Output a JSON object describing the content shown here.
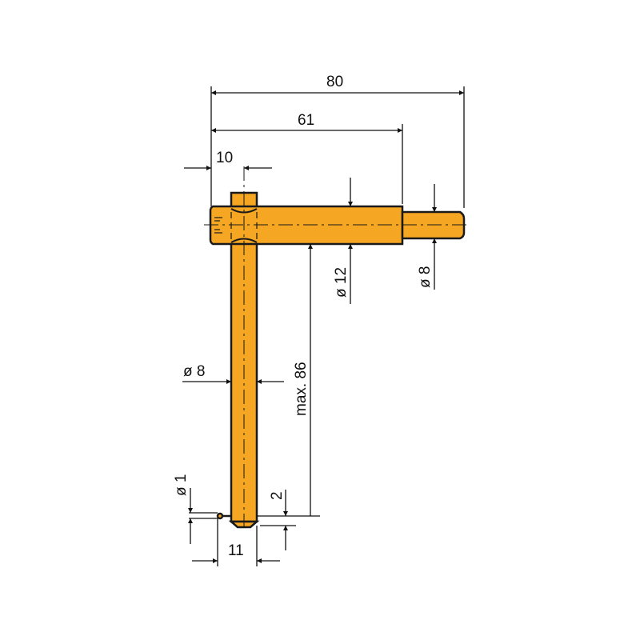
{
  "drawing": {
    "title": "T-handle key dimension drawing",
    "part_color": "#f5a623",
    "outline_color": "#1a1a1a",
    "dimensions": {
      "overall_length": "80",
      "shaft_length": "61",
      "head_offset": "10",
      "shaft_diameter": "ø 12",
      "tip_diameter": "ø 8",
      "handle_diameter": "ø 8",
      "handle_length": "max. 86",
      "pin_diameter": "ø 1",
      "tip_height": "2",
      "bottom_width": "11"
    }
  }
}
